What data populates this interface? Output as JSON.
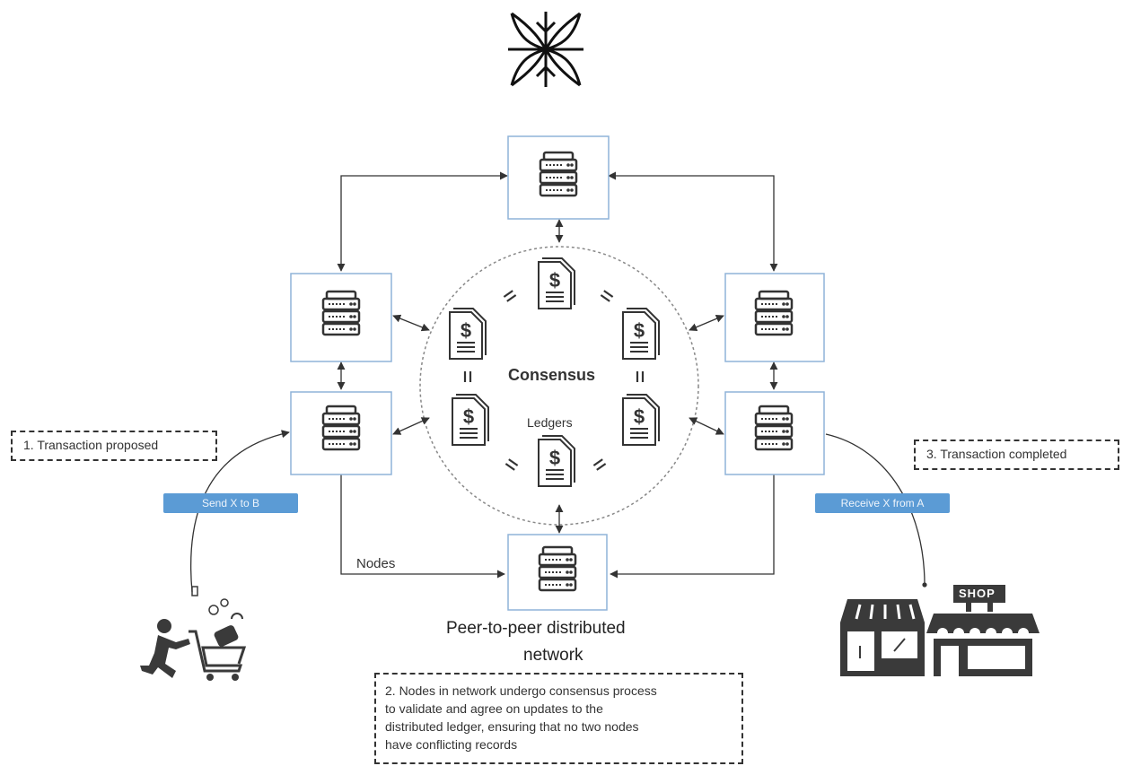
{
  "labels": {
    "consensus": "Consensus",
    "ledgers": "Ledgers",
    "nodes": "Nodes",
    "network_line1": "Peer-to-peer distributed",
    "network_line2": "network"
  },
  "steps": {
    "step1": "1. Transaction proposed",
    "step2_lines": [
      "2. Nodes in network undergo consensus process",
      "to validate and agree on updates to the",
      "distributed ledger, ensuring that no two nodes",
      "have conflicting records"
    ],
    "step3": "3. Transaction completed"
  },
  "pills": {
    "send": "Send X to B",
    "receive": "Receive X from A"
  },
  "shop_sign": "SHOP",
  "icons": [
    "logo-mark",
    "server-icon",
    "ledger-document-icon",
    "shopper-icon",
    "shop-icon"
  ],
  "colors": {
    "node_border": "#8fb3d9",
    "pill": "#5b9bd5",
    "icon": "#333333"
  }
}
